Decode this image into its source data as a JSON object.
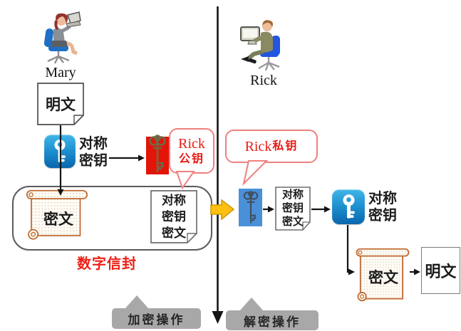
{
  "sender": {
    "name": "Mary",
    "plaintext_label": "明文",
    "sym_key_line1": "对称",
    "sym_key_line2": "密钥",
    "ciphertext_label": "密文",
    "public_key_bubble_line1": "Rick",
    "public_key_bubble_line2": "公钥",
    "key_doc_lines": [
      "对称",
      "密钥",
      "密文"
    ],
    "envelope_label": "数字信封"
  },
  "receiver": {
    "name": "Rick",
    "private_key_bubble_en": "Rick",
    "private_key_bubble_zh": "私钥",
    "key_doc_lines": [
      "对称",
      "密钥",
      "密文"
    ],
    "sym_key_line1": "对称",
    "sym_key_line2": "密钥",
    "ciphertext_label": "密文",
    "plaintext_label": "明文"
  },
  "operations": {
    "encrypt_label": "加密操作",
    "decrypt_label": "解密操作"
  },
  "icons": {
    "sender_sym_key": "key-icon",
    "receiver_sym_key": "key-icon",
    "public_key_block": "vintage-key-icon",
    "private_key_block": "vintage-key-icon",
    "flow_arrow": "right-block-arrow-icon",
    "timeline": "down-arrow-line-icon"
  },
  "colors": {
    "bubble_border": "#f08080",
    "bubble_text_red": "#e81a12",
    "envelope_label_red": "#ed1f16",
    "public_key_block_red": "#e31408",
    "private_key_block_blue": "#4a90d9",
    "app_icon_blue_top": "#41b6e8",
    "app_icon_blue_bottom": "#0a66ad",
    "flow_arrow_yellow": "#ffc010",
    "operation_gray": "#a8a8a8",
    "scroll_border": "#c06a32",
    "line_black": "#141414"
  }
}
